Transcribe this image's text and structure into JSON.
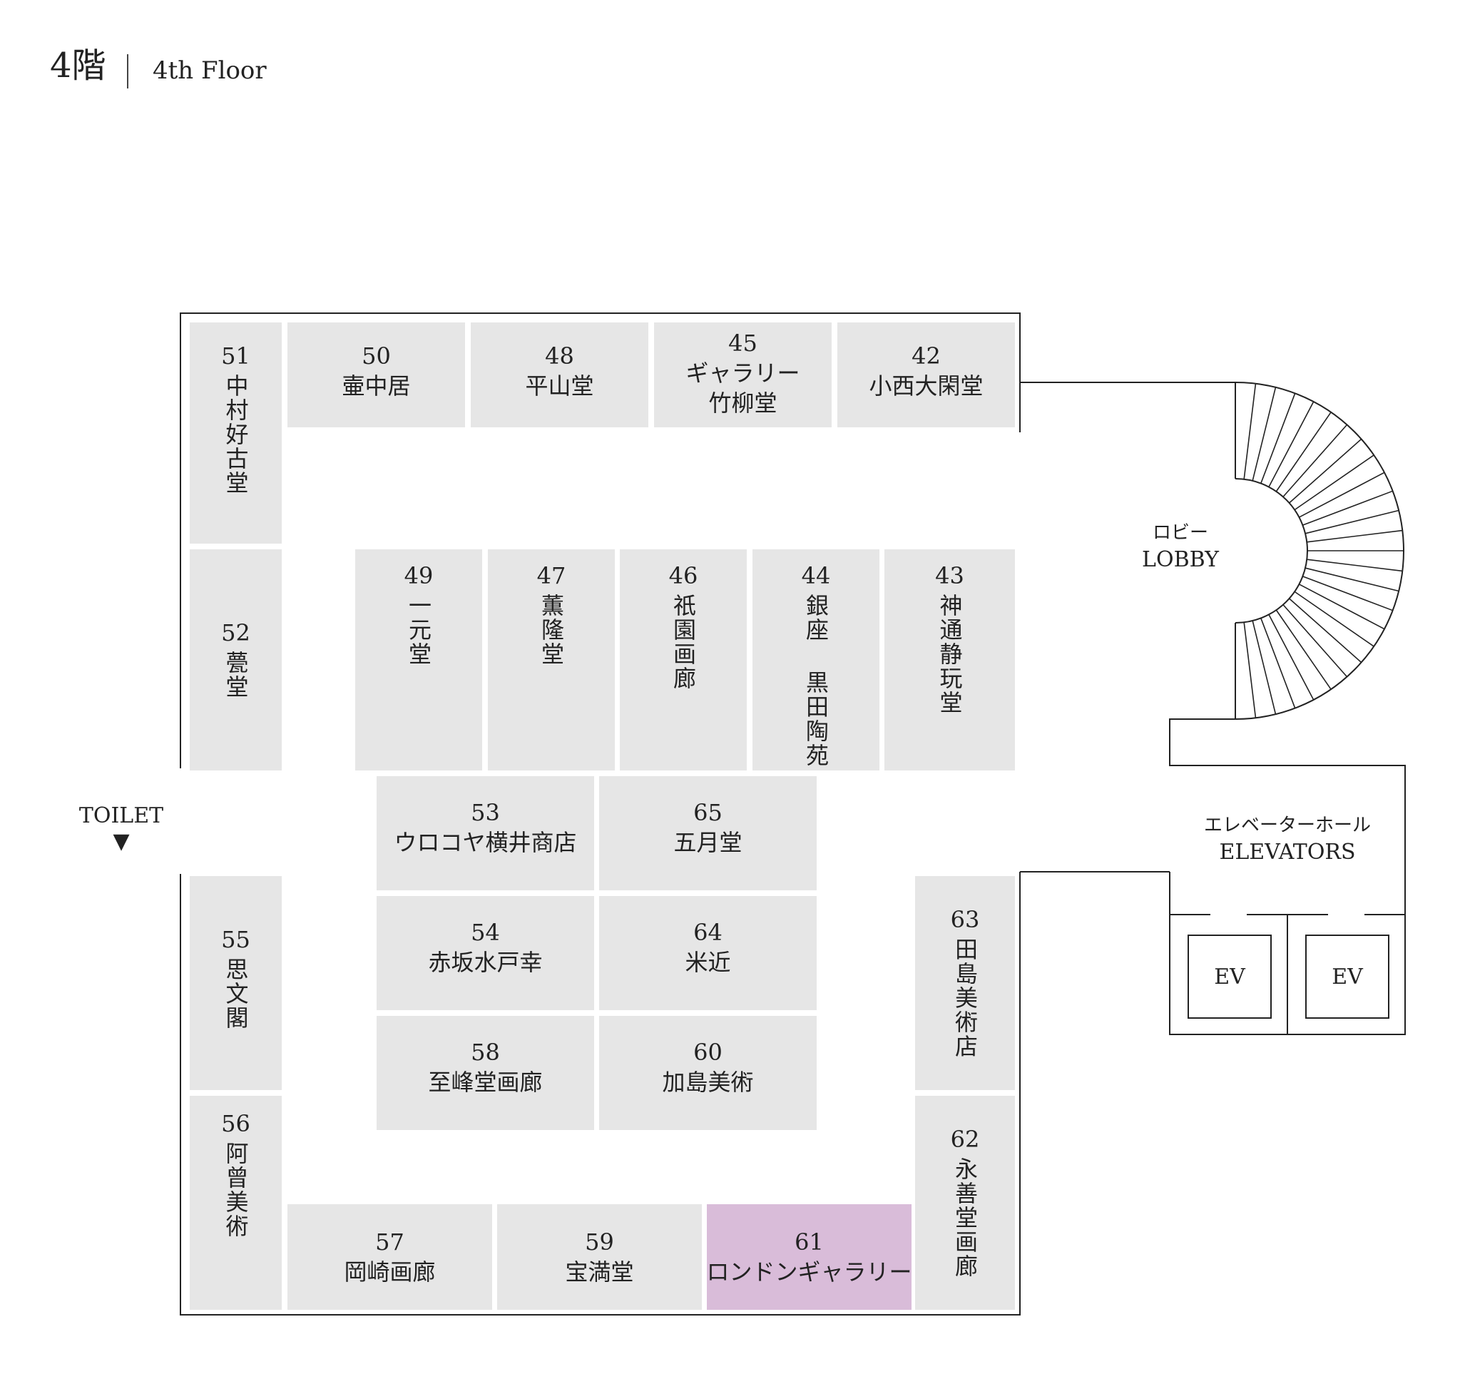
{
  "header": {
    "floor_jp": "4階",
    "floor_en": "4th Floor"
  },
  "areas": {
    "lobby": {
      "jp": "ロビー",
      "en": "LOBBY"
    },
    "elevators": {
      "jp": "エレベーターホール",
      "en": "ELEVATORS"
    },
    "ev_left": "EV",
    "ev_right": "EV",
    "toilet": "TOILET",
    "toilet_arrow": "▼"
  },
  "booths": {
    "b51": {
      "num": "51",
      "name": "中村好古堂"
    },
    "b50": {
      "num": "50",
      "name": "壷中居"
    },
    "b48": {
      "num": "48",
      "name": "平山堂"
    },
    "b45": {
      "num": "45",
      "name1": "ギャラリー",
      "name2": "竹柳堂"
    },
    "b42": {
      "num": "42",
      "name": "小西大閑堂"
    },
    "b52": {
      "num": "52",
      "name": "甍堂"
    },
    "b49": {
      "num": "49",
      "name": "一元堂"
    },
    "b47": {
      "num": "47",
      "name": "薫隆堂"
    },
    "b46": {
      "num": "46",
      "name": "祇園画廊"
    },
    "b44": {
      "num": "44",
      "name": "銀座 黒田陶苑"
    },
    "b43": {
      "num": "43",
      "name": "神通静玩堂"
    },
    "b53": {
      "num": "53",
      "name": "ウロコヤ横井商店"
    },
    "b65": {
      "num": "65",
      "name": "五月堂"
    },
    "b54": {
      "num": "54",
      "name": "赤坂水戸幸"
    },
    "b64": {
      "num": "64",
      "name": "米近"
    },
    "b58": {
      "num": "58",
      "name": "至峰堂画廊"
    },
    "b60": {
      "num": "60",
      "name": "加島美術"
    },
    "b55": {
      "num": "55",
      "name": "思文閣"
    },
    "b63": {
      "num": "63",
      "name": "田島美術店"
    },
    "b56": {
      "num": "56",
      "name": "阿曾美術"
    },
    "b62": {
      "num": "62",
      "name": "永善堂画廊"
    },
    "b57": {
      "num": "57",
      "name": "岡崎画廊"
    },
    "b59": {
      "num": "59",
      "name": "宝満堂"
    },
    "b61": {
      "num": "61",
      "name": "ロンドンギャラリー"
    }
  },
  "colors": {
    "booth": "#e6e6e6",
    "highlight": "#d9bcd9",
    "line": "#222222"
  }
}
